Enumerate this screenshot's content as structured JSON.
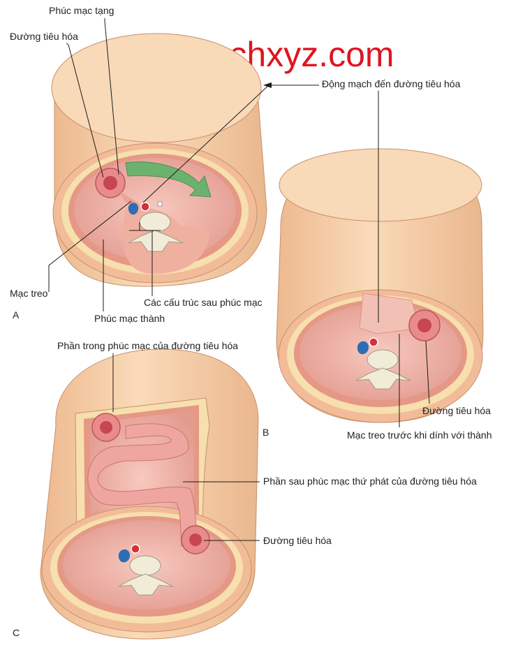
{
  "watermark": "docsachxyz.com",
  "colors": {
    "body_outer": "#f6d2ac",
    "body_wall": "#f3c3a0",
    "fat_layer": "#f7dfae",
    "peritoneum": "#e79a86",
    "cavity": "#f0b3aa",
    "gut": "#e98b8b",
    "gut_inner": "#c64652",
    "green_arrow": "#5fb36a",
    "artery": "#d6303a",
    "vein": "#2d6db5",
    "bone": "#f1ecd8"
  },
  "panel_a": {
    "letter": "A",
    "labels": {
      "visceral_peritoneum": "Phúc mạc tạng",
      "gut": "Đường tiêu hóa",
      "artery_to_gut": "Động mạch đến đường tiêu hóa",
      "mesentery": "Mạc treo",
      "retroperitoneal_structures": "Các cấu trúc sau phúc mạc",
      "parietal_peritoneum": "Phúc mạc thành"
    }
  },
  "panel_b": {
    "letter": "B",
    "labels": {
      "gut": "Đường tiêu hóa",
      "mesentery_before_fusion": "Mạc treo trước khi dính với thành"
    }
  },
  "panel_c": {
    "letter": "C",
    "labels": {
      "intraperitoneal_part": "Phần trong phúc mạc của đường tiêu hóa",
      "secondary_retroperitoneal_part": "Phần sau phúc mạc thứ phát của đường tiêu hóa",
      "gut": "Đường tiêu hóa"
    }
  }
}
